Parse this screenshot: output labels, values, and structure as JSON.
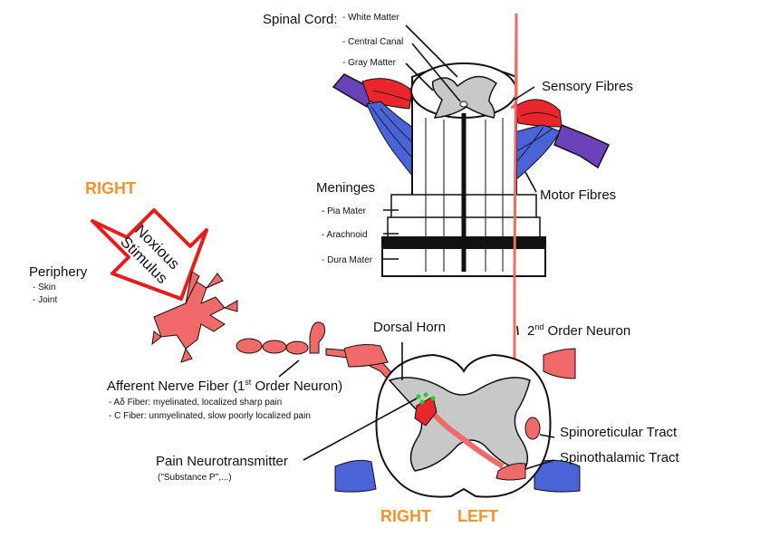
{
  "colors": {
    "pink": "#f06a6a",
    "red": "#e8262b",
    "blue": "#4a63d6",
    "purple": "#6b43b8",
    "gray": "#c8c8c8",
    "green": "#22cc22",
    "orange": "#f0942e",
    "arrow_red": "#e81c1c"
  },
  "spinal_cord": {
    "title": "Spinal Cord:",
    "white_matter": "- White Matter",
    "central_canal": "- Central Canal",
    "gray_matter": "- Gray Matter"
  },
  "sensory_fibres": "Sensory Fibres",
  "motor_fibres": "Motor Fibres",
  "meninges": {
    "title": "Meninges",
    "pia": "- Pia Mater",
    "arachnoid": "- Arachnoid",
    "dura": "- Dura Mater"
  },
  "right_top": "RIGHT",
  "stimulus_arrow": {
    "line1": "Noxious",
    "line2": "Stimulus"
  },
  "periphery": {
    "title": "Periphery",
    "skin": "- Skin",
    "joint": "- Joint"
  },
  "dorsal_horn": "Dorsal Horn",
  "second_order": {
    "pre": "2",
    "sup": "nd",
    "post": " Order Neuron"
  },
  "afferent": {
    "pre": "Afferent Nerve Fiber (1",
    "sup": "st",
    "post": " Order Neuron)",
    "a_delta": "- Aδ Fiber: myelinated, localized sharp pain",
    "c_fiber": "- C Fiber: unmyelinated, slow poorly localized pain"
  },
  "neurotransmitter": {
    "title": "Pain Neurotransmitter",
    "sub": "(\"Substance P\",...)"
  },
  "spinoreticular": "Spinoreticular Tract",
  "spinothalamic": "Spinothalamic Tract",
  "right_bottom": "RIGHT",
  "left_bottom": "LEFT"
}
